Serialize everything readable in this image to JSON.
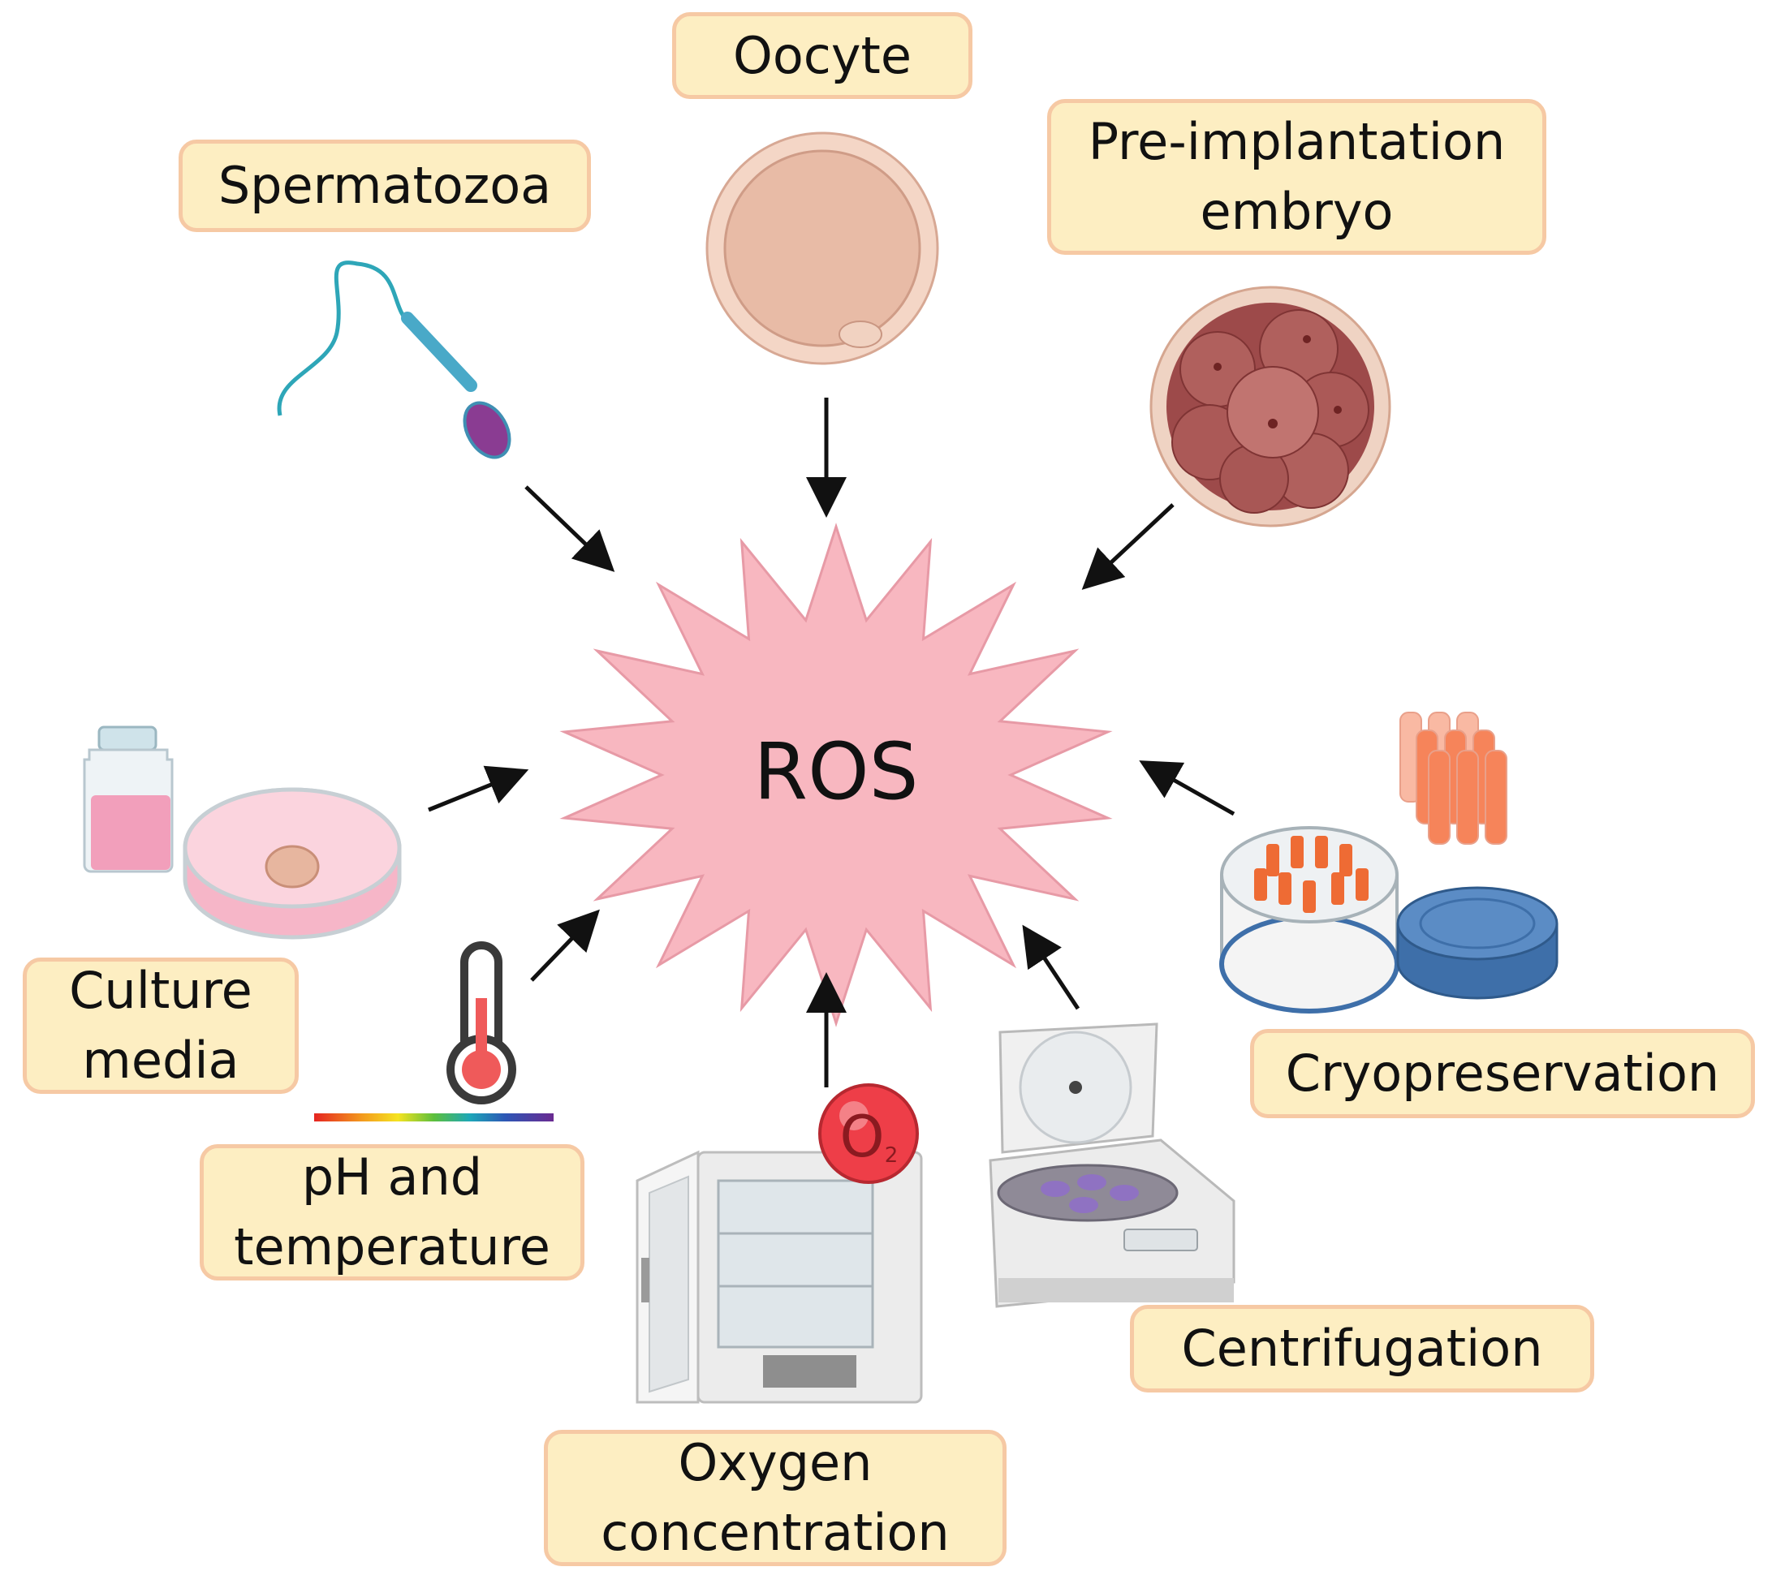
{
  "center": {
    "label": "ROS",
    "fill": "#f8b7c0",
    "stroke": "#e79aa6"
  },
  "colors": {
    "label_bg": "#fdeec2",
    "label_border": "#f6c9a4",
    "arrow": "#111111"
  },
  "factors": {
    "oocyte": {
      "lines": [
        "Oocyte"
      ],
      "icon": "oocyte-icon"
    },
    "spermatozoa": {
      "lines": [
        "Spermatozoa"
      ],
      "icon": "spermatozoon-icon"
    },
    "embryo": {
      "lines": [
        "Pre-implantation",
        "embryo"
      ],
      "icon": "embryo-icon"
    },
    "culture": {
      "lines": [
        "Culture",
        "media"
      ],
      "icon": "petri-dish-icon"
    },
    "ph": {
      "lines": [
        "pH and",
        "temperature"
      ],
      "icon": "thermometer-icon"
    },
    "oxygen": {
      "lines": [
        "Oxygen",
        "concentration"
      ],
      "icon": "incubator-icon",
      "badge": "O",
      "badge_sub": "2"
    },
    "centrifugation": {
      "lines": [
        "Centrifugation"
      ],
      "icon": "centrifuge-icon"
    },
    "cryo": {
      "lines": [
        "Cryopreservation"
      ],
      "icon": "cryo-tank-icon"
    }
  }
}
